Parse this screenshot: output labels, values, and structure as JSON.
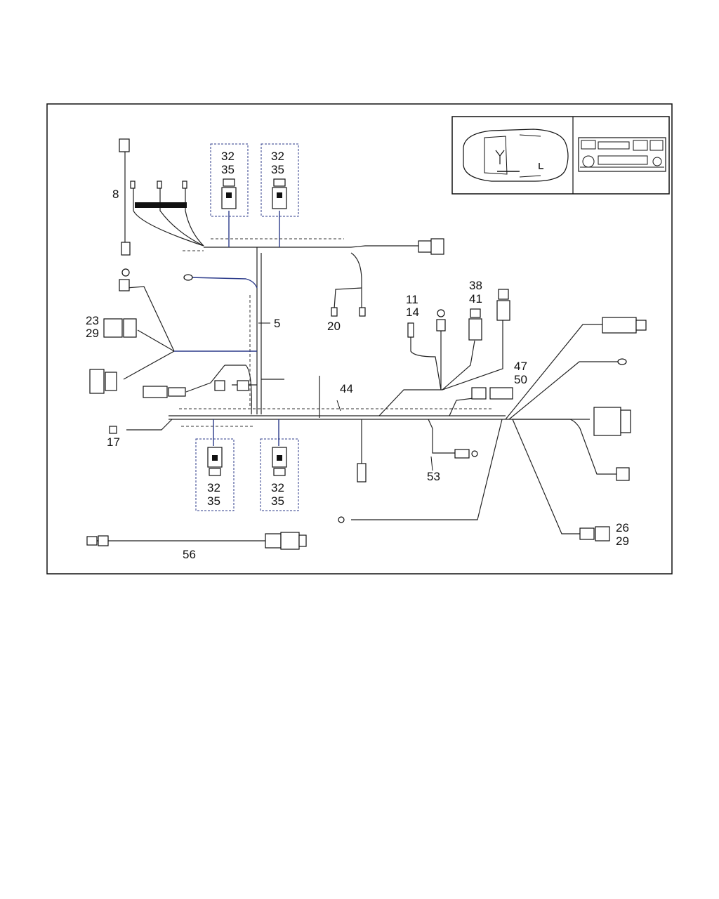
{
  "callouts": {
    "c5": "5",
    "c8": "8",
    "c17": "17",
    "c20": "20",
    "c23": "23",
    "c29a": "29",
    "c11": "11",
    "c14": "14",
    "c38": "38",
    "c41": "41",
    "c44": "44",
    "c47": "47",
    "c50": "50",
    "c53": "53",
    "c26": "26",
    "c29b": "29",
    "c56": "56",
    "box_tl": [
      "32",
      "35"
    ],
    "box_tr": [
      "32",
      "35"
    ],
    "box_bl": [
      "32",
      "35"
    ],
    "box_br": [
      "32",
      "35"
    ]
  },
  "colors": {
    "wire": "#222222",
    "harness_accent": "#2b3a8a",
    "border": "#111111"
  },
  "icons": [
    "car-top-view-icon",
    "radio-unit-icon"
  ]
}
